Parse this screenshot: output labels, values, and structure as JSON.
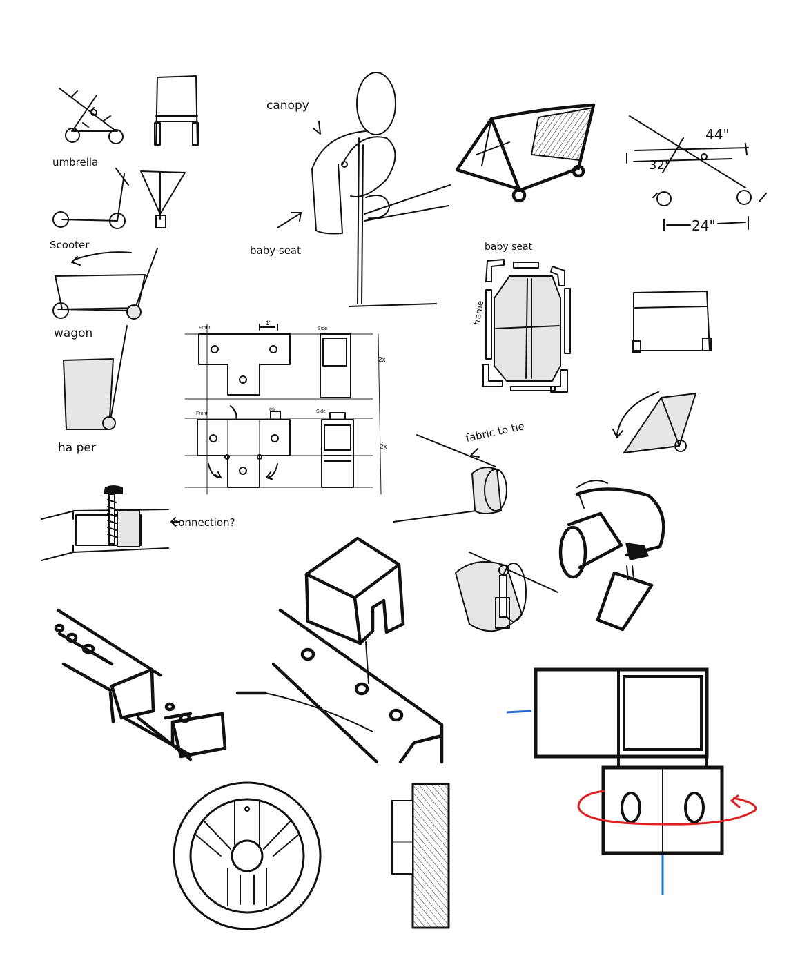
{
  "labels": {
    "umbrella": "umbrella",
    "scooter": "Scooter",
    "wagon": "wagon",
    "hamper": "ha per",
    "canopy": "canopy",
    "baby_seat": "baby seat",
    "baby_seat_top": "baby seat",
    "frame": "frame",
    "dim_44": "44\"",
    "dim_32": "32\"",
    "dim_24": "24\"",
    "front_top": "Front",
    "side_top": "Side",
    "dim_1in": "1\"",
    "front_bottom": "Front",
    "side_bottom": "Side",
    "qty_top": "2x",
    "qty_bottom": "2x",
    "cs": "cs",
    "fabric_to_tie": "fabric to tie",
    "connection": "connection?"
  },
  "colors": {
    "ink": "#111111",
    "shade": "#e6e6e6",
    "axis_blue": "#1f6fd6",
    "rotation_red": "#e02020"
  },
  "icons": {
    "rotation_arrow": "curved-arrow-icon",
    "pointer_arrow": "arrow-icon"
  }
}
